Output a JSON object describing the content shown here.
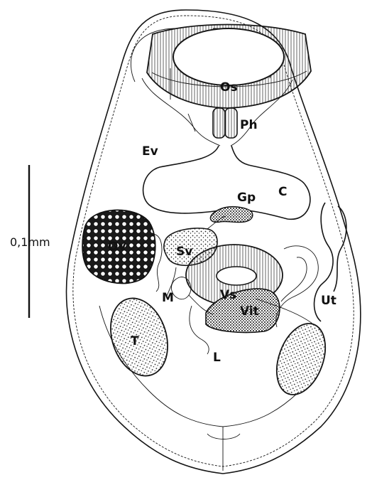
{
  "scale_bar": {
    "label": "0,1mm"
  },
  "labels": {
    "oral_sucker": "Os",
    "pharynx": "Ph",
    "excretory_vesicle": "Ev",
    "caeca": "C",
    "genital_pore": "Gp",
    "ovary": "Ov",
    "seminal_vesicle": "Sv",
    "ventral_sucker": "Vs",
    "mehlis_gland": "M",
    "vitellarium": "Vit",
    "uterus": "Ut",
    "testis": "T",
    "laurers_canal": "L"
  },
  "colors": {
    "ink": "#151515",
    "background": "#ffffff"
  }
}
